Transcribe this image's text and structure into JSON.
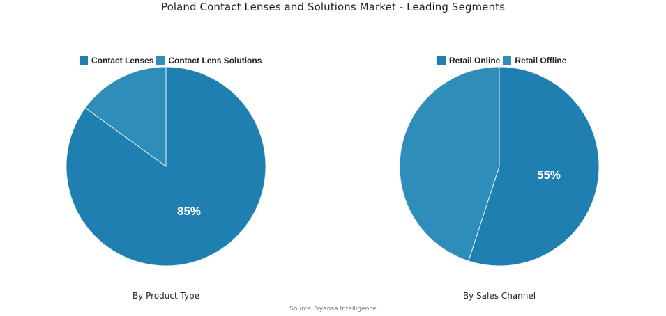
{
  "title": "Poland Contact Lenses and Solutions Market - Leading Segments",
  "source": "Source: Vyansa Intelligence",
  "colors": {
    "primary": "#1f7fb0",
    "secondary": "#2e8db9",
    "divider": "#e6f2f8",
    "label": "#ffffff"
  },
  "charts": [
    {
      "subtitle": "By Product Type",
      "legend": [
        {
          "label": "Contact Lenses",
          "color": "#1f7fb0"
        },
        {
          "label": "Contact Lens Solutions",
          "color": "#2e8db9"
        }
      ],
      "label_text": "85%"
    },
    {
      "subtitle": "By Sales Channel",
      "legend": [
        {
          "label": "Retail Online",
          "color": "#1f7fb0"
        },
        {
          "label": "Retail Offline",
          "color": "#2e8db9"
        }
      ],
      "label_text": "55%"
    }
  ],
  "chart_data": [
    {
      "type": "pie",
      "title": "By Product Type",
      "categories": [
        "Contact Lenses",
        "Contact Lens Solutions"
      ],
      "values": [
        85,
        15
      ],
      "data_labels": [
        "85%",
        ""
      ],
      "legend_position": "top",
      "start_angle": "12 o'clock, clockwise"
    },
    {
      "type": "pie",
      "title": "By Sales Channel",
      "categories": [
        "Retail Online",
        "Retail Offline"
      ],
      "values": [
        55,
        45
      ],
      "data_labels": [
        "55%",
        ""
      ],
      "legend_position": "top",
      "start_angle": "12 o'clock, clockwise"
    }
  ]
}
